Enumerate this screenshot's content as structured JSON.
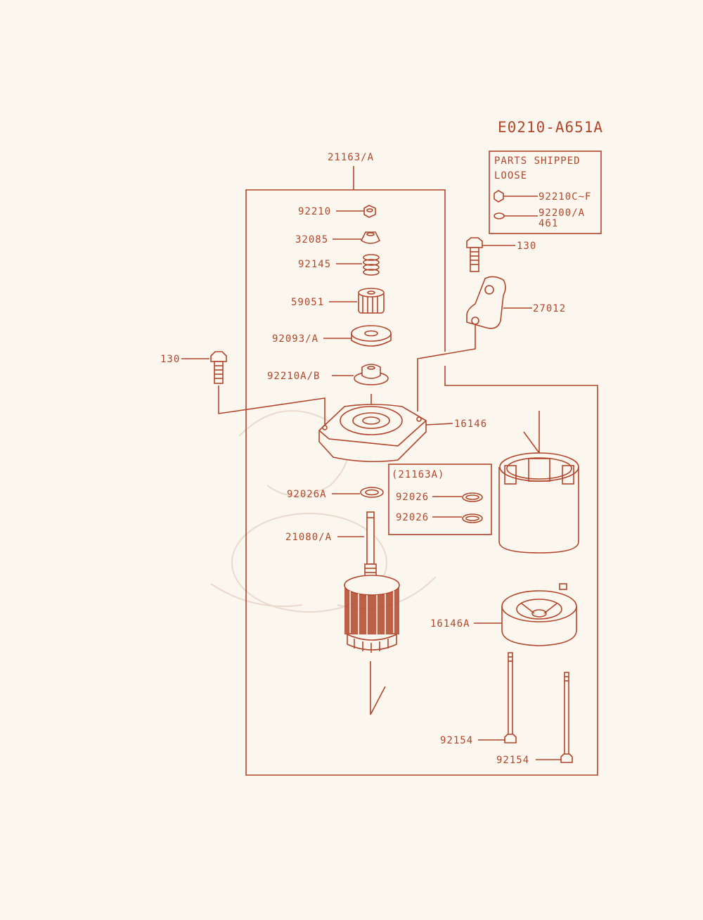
{
  "diagram_code": "E0210-A651A",
  "assembly_label": "21163/A",
  "loose_box": {
    "title_line1": "PARTS SHIPPED",
    "title_line2": "LOOSE",
    "item1": "92210C~F",
    "item2": "92200/A",
    "item3": "461"
  },
  "sub_box": {
    "title": "(21163A)",
    "item1": "92026",
    "item2": "92026"
  },
  "parts": {
    "p92210": "92210",
    "p32085": "32085",
    "p92145": "92145",
    "p59051": "59051",
    "p92093": "92093/A",
    "p92210ab": "92210A/B",
    "p130_left": "130",
    "p130_right": "130",
    "p27012": "27012",
    "p16146": "16146",
    "p92026a": "92026A",
    "p21080": "21080/A",
    "p16146a": "16146A",
    "p92154_a": "92154",
    "p92154_b": "92154"
  },
  "colors": {
    "ink": "#b2452a",
    "paper": "#fbf7ee"
  }
}
